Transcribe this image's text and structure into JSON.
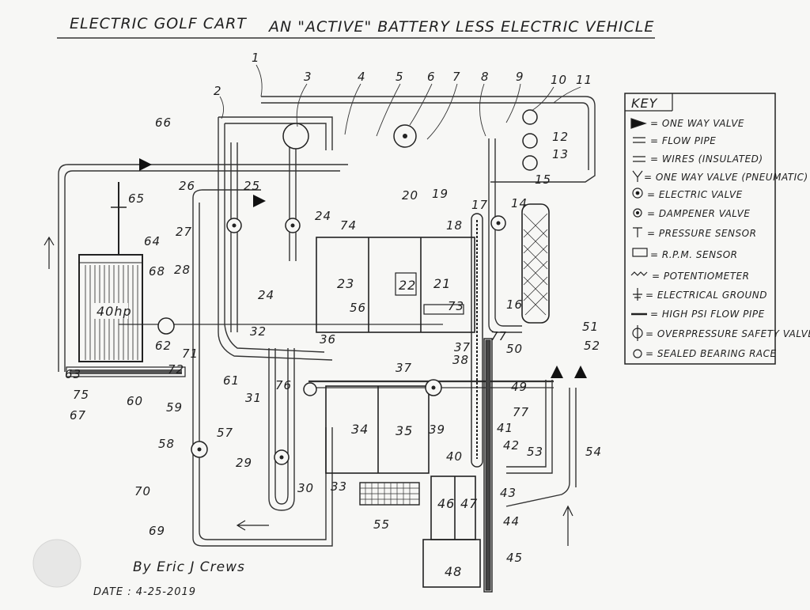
{
  "title": {
    "left": "ELECTRIC GOLF CART",
    "right": "AN \"ACTIVE\" BATTERY LESS ELECTRIC VEHICLE"
  },
  "key": {
    "heading": "KEY",
    "items": [
      "= ONE WAY VALVE",
      "= FLOW PIPE",
      "= WIRES (INSULATED)",
      "= ONE WAY VALVE (PNEUMATIC)",
      "= ELECTRIC VALVE",
      "= DAMPENER VALVE",
      "= PRESSURE SENSOR",
      "= R.P.M. SENSOR",
      "= POTENTIOMETER",
      "= ELECTRICAL GROUND",
      "= HIGH PSI FLOW PIPE",
      "= OVERPRESSURE SAFETY VALVE",
      "= SEALED BEARING RACE"
    ]
  },
  "components": {
    "engine_label": "40hp",
    "block_labels": [
      "23",
      "22",
      "21",
      "34",
      "35",
      "46",
      "47",
      "48"
    ]
  },
  "part_numbers": [
    "1",
    "2",
    "3",
    "4",
    "5",
    "6",
    "7",
    "8",
    "9",
    "10",
    "11",
    "12",
    "13",
    "14",
    "15",
    "16",
    "17",
    "18",
    "19",
    "20",
    "24",
    "24",
    "25",
    "26",
    "27",
    "28",
    "29",
    "30",
    "31",
    "32",
    "33",
    "36",
    "37",
    "37",
    "38",
    "39",
    "40",
    "41",
    "42",
    "43",
    "44",
    "45",
    "49",
    "50",
    "51",
    "52",
    "53",
    "54",
    "55",
    "56",
    "57",
    "58",
    "59",
    "60",
    "61",
    "62",
    "63",
    "64",
    "65",
    "66",
    "67",
    "68",
    "69",
    "70",
    "71",
    "72",
    "73",
    "74",
    "75",
    "76",
    "77",
    "77"
  ],
  "signature": {
    "author": "By Eric J Crews",
    "date": "DATE : 4-25-2019"
  }
}
